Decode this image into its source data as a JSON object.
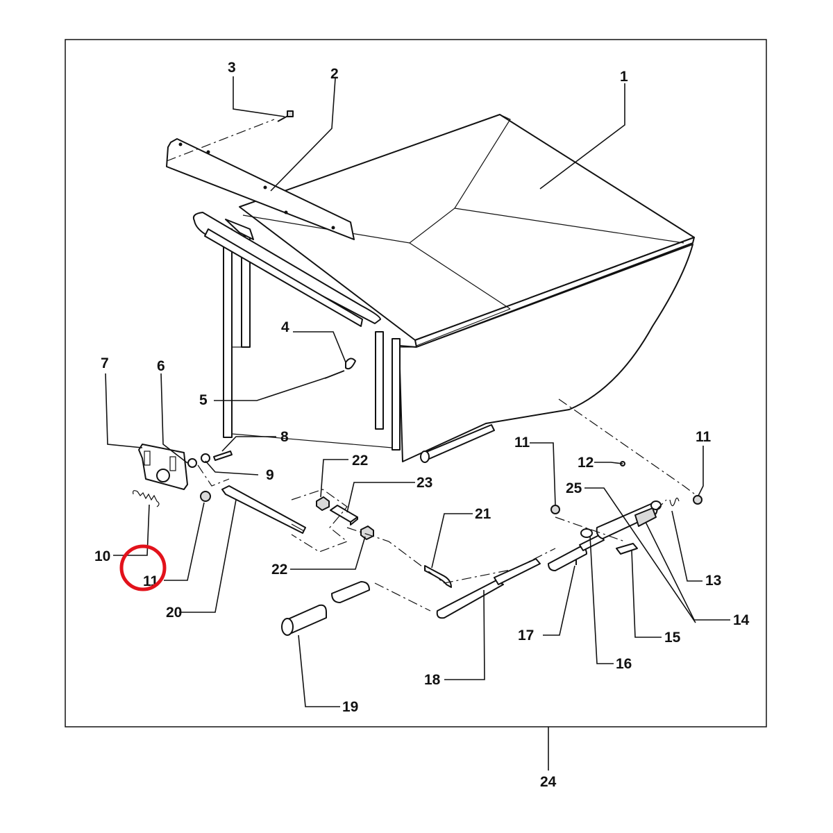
{
  "callouts": {
    "c1": "1",
    "c2": "2",
    "c3": "3",
    "c4": "4",
    "c5": "5",
    "c6": "6",
    "c7": "7",
    "c8": "8",
    "c9": "9",
    "c10": "10",
    "c11a": "11",
    "c11b": "11",
    "c11c": "11",
    "c12": "12",
    "c13": "13",
    "c14": "14",
    "c15": "15",
    "c16": "16",
    "c17": "17",
    "c18": "18",
    "c19": "19",
    "c20": "20",
    "c21": "21",
    "c22a": "22",
    "c22b": "22",
    "c23": "23",
    "c24": "24",
    "c25": "25"
  },
  "highlight": {
    "color": "#e2121b",
    "target": "callout-11"
  },
  "colors": {
    "line": "#111111",
    "background": "#ffffff"
  }
}
